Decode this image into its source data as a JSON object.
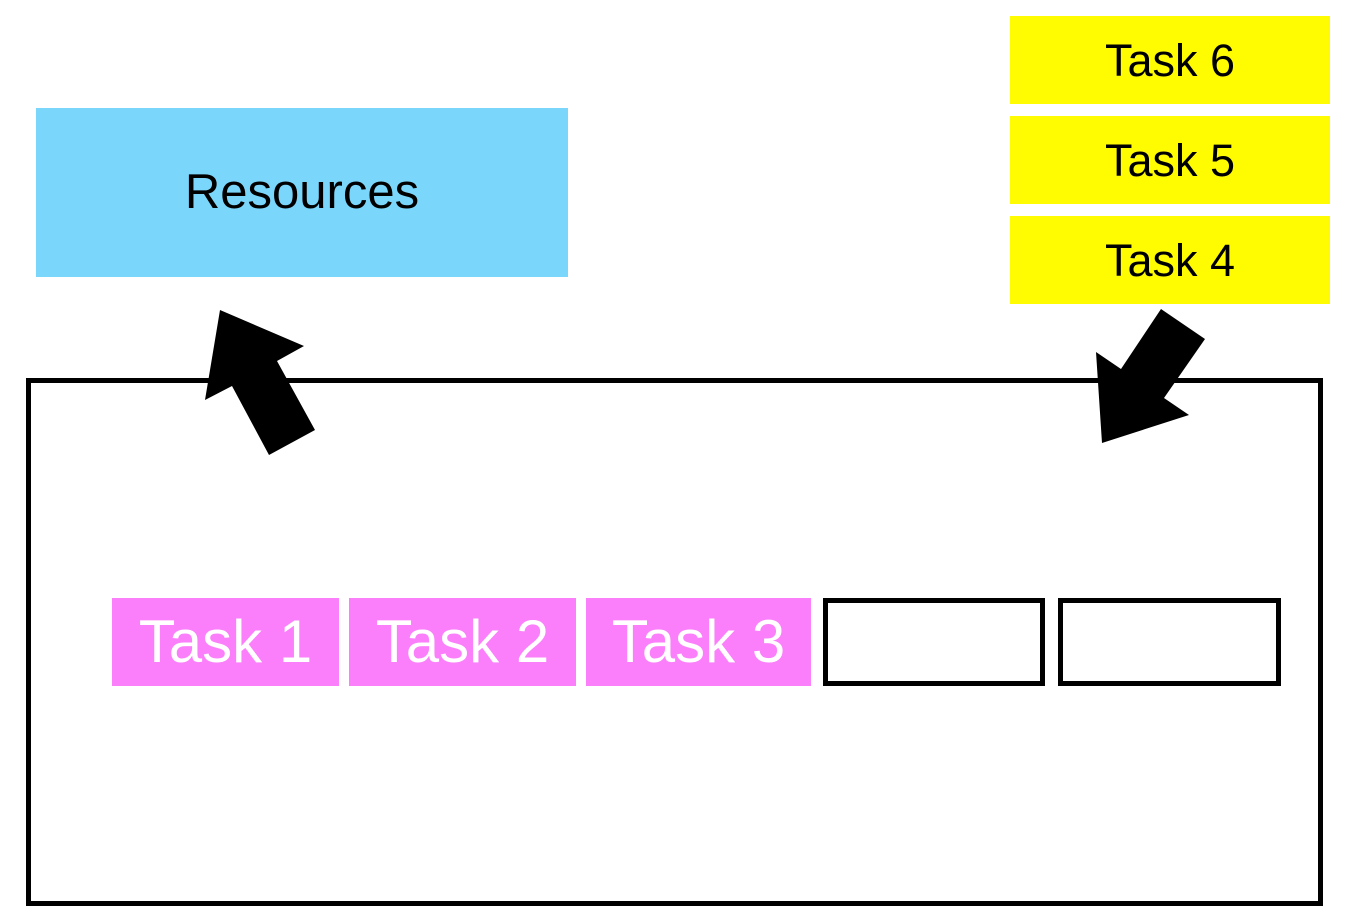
{
  "diagram": {
    "resources_box": {
      "label": "Resources",
      "color": "#7bd6fb",
      "text_color": "#000000"
    },
    "task_queue": {
      "color": "#fffb00",
      "text_color": "#000000",
      "items": [
        {
          "label": "Task 6"
        },
        {
          "label": "Task 5"
        },
        {
          "label": "Task 4"
        }
      ]
    },
    "resource_pool": {
      "border_color": "#000000",
      "scheduled_tasks": {
        "color": "#fb7efa",
        "text_color": "#ffffff",
        "items": [
          {
            "label": "Task 1"
          },
          {
            "label": "Task 2"
          },
          {
            "label": "Task 3"
          }
        ]
      },
      "empty_slot_count": 2
    },
    "icons": {
      "arrow_to_resources": "arrow-up-left-icon",
      "arrow_from_queue": "arrow-down-left-icon",
      "arrow_color": "#000000"
    }
  }
}
